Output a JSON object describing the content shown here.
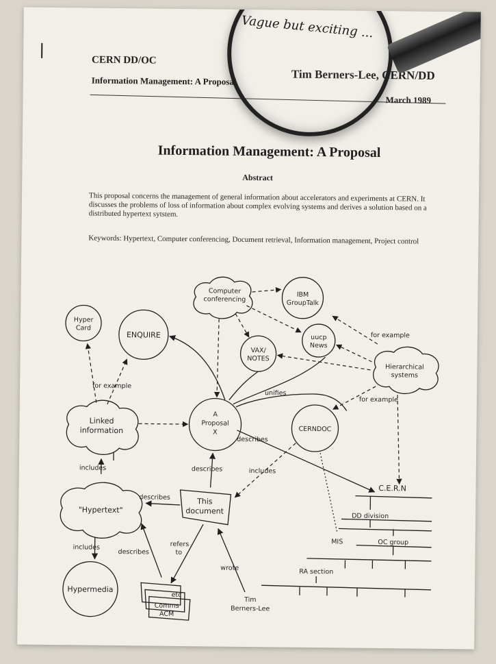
{
  "header": {
    "dept": "CERN DD/OC",
    "subtitle": "Information Management: A Proposal",
    "author": "Tim Berners-Lee, CERN/DD",
    "date": "March 1989",
    "handwritten_note": "Vague but exciting ..."
  },
  "title": "Information Management: A Proposal",
  "abstract": {
    "heading": "Abstract",
    "text": "This proposal concerns the management of general information about accelerators and experiments at CERN. It discusses the problems of loss of information about complex evolving systems and derives a solution based on a distributed hypertext sytstem.",
    "keywords": "Keywords: Hypertext, Computer conferencing, Document retrieval, Information management, Project control"
  },
  "diagram": {
    "nodes": {
      "hypercard": [
        "Hyper",
        "Card"
      ],
      "enquire": "ENQUIRE",
      "computer_conferencing": [
        "Computer",
        "conferencing"
      ],
      "ibm_grouptalk": [
        "IBM",
        "GroupTalk"
      ],
      "uucp_news": [
        "uucp",
        "News"
      ],
      "vax_notes": [
        "VAX/",
        "NOTES"
      ],
      "hierarchical_systems": [
        "Hierarchical",
        "systems"
      ],
      "linked_information": [
        "Linked",
        "information"
      ],
      "proposal": [
        "A",
        "Proposal",
        "X"
      ],
      "cerndoc": "CERNDOC",
      "hypertext": "\"Hypertext\"",
      "this_document": [
        "This",
        "document"
      ],
      "cern": "C.E.R.N",
      "dd_division": "DD division",
      "mis": "MIS",
      "oc_group": "OC group",
      "ra_section": "RA section",
      "hypermedia": "Hypermedia",
      "comms_acm": [
        "Comms",
        "ACM"
      ],
      "etc": "etc",
      "tim": [
        "Tim",
        "Berners-Lee"
      ]
    },
    "edge_labels": {
      "for_example_top": "for example",
      "for_example_left": "for example",
      "for_example_mid": "for example",
      "unifies": "unifies",
      "describes_proposal": "describes",
      "includes_left": "includes",
      "describes_up": "describes",
      "includes_cerndoc": "includes",
      "describes_hyper": "describes",
      "includes_bottom": "includes",
      "describes_bottom": "describes",
      "refers_to": [
        "refers",
        "to"
      ],
      "wrote": "wrote"
    }
  }
}
